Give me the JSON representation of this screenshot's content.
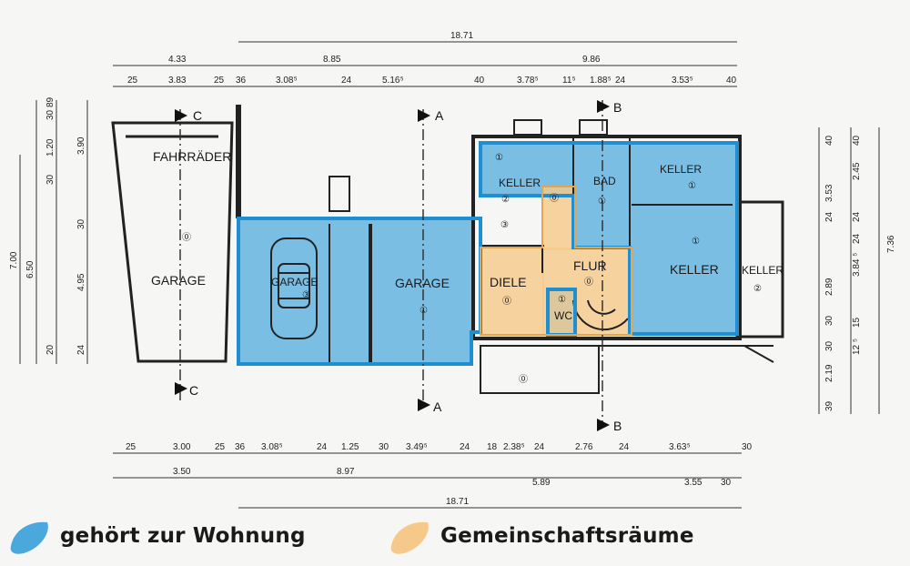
{
  "dimensions": {
    "top_total": "18.71",
    "top_left": "4.33",
    "top_mid": "8.85",
    "top_right": "9.86",
    "top_detail": [
      "25",
      "3.83",
      "25",
      "36",
      "3.08⁵",
      "24",
      "5.16⁵",
      "40",
      "3.78⁵",
      "11⁵",
      "1.88⁵",
      "24",
      "3.53⁵",
      "40"
    ],
    "bottom_detail": [
      "25",
      "3.00",
      "25",
      "36",
      "3.08⁵",
      "24",
      "1.25",
      "30",
      "3.49⁵",
      "24",
      "18",
      "2.38⁵",
      "24",
      "2.76",
      "24",
      "3.63⁵",
      "30"
    ],
    "bottom_mid": [
      "3.50",
      "8.97",
      "5.89",
      "3.55",
      "30"
    ],
    "bottom_total": "18.71",
    "left_total": "7.00",
    "left_mid": "6.50",
    "left_a": "3.90",
    "left_b": "4.95",
    "left_small": [
      "30",
      "89",
      "1.20",
      "30",
      "30",
      "20",
      "24"
    ],
    "right_total": "7.36",
    "right_a": [
      "40",
      "3.53",
      "24",
      "2.89",
      "30",
      "30",
      "2.19",
      "39"
    ],
    "right_b": [
      "40",
      "2.45",
      "24",
      "3.84 ⁵",
      "12 ⁵",
      "24",
      "15"
    ]
  },
  "sections": {
    "a": "A",
    "b": "B",
    "c": "C"
  },
  "rooms": {
    "fahrraeder": "FAHRRÄDER",
    "garage_left": "GARAGE",
    "garage_left_num": "⓪",
    "garage_car": "GARAGE",
    "garage_car_num": "③",
    "garage_right": "GARAGE",
    "garage_right_num": "①",
    "keller_tl": "KELLER",
    "keller_tl_num": "①",
    "keller_small_num": "②",
    "room3_num": "③",
    "diele": "DIELE",
    "diele_num": "⓪",
    "flur": "FLUR",
    "flur_num": "⓪",
    "bad": "BAD",
    "bad_num": "①",
    "wc": "WC",
    "wc_num": "①",
    "keller_tr": "KELLER",
    "keller_tr_num": "①",
    "keller_big": "KELLER",
    "keller_big_num": "①",
    "keller_right": "KELLER",
    "keller_right_num": "②",
    "entrance_num": "⓪",
    "top_strip_num": "①",
    "corridor_num": "⓪"
  },
  "legend": {
    "wohnung": "gehört zur Wohnung",
    "gemeinschaft": "Gemeinschaftsräume"
  },
  "colors": {
    "wohnung": "#4aa8dc",
    "gemeinschaft": "#f6c98a",
    "outline_blue": "#1f8fd1"
  }
}
